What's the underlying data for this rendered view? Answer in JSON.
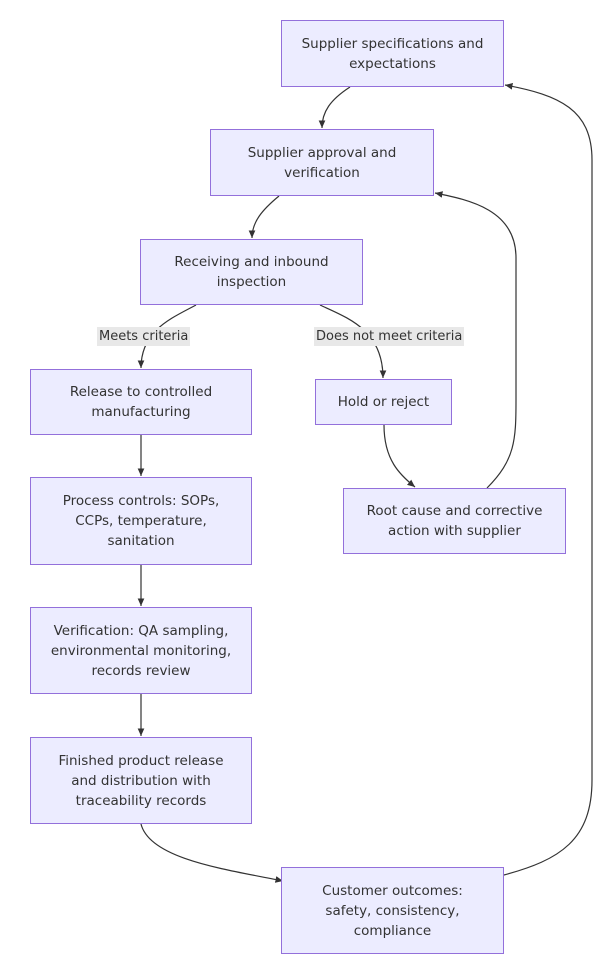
{
  "nodes": {
    "supplier_specs": [
      "Supplier specifications and",
      "expectations"
    ],
    "supplier_approval": [
      "Supplier approval and",
      "verification"
    ],
    "receiving": [
      "Receiving and inbound",
      "inspection"
    ],
    "release_controlled": [
      "Release to controlled",
      "manufacturing"
    ],
    "hold_reject": [
      "Hold or reject"
    ],
    "root_cause": [
      "Root cause and corrective",
      "action with supplier"
    ],
    "process_controls": [
      "Process controls: SOPs,",
      "CCPs, temperature,",
      "sanitation"
    ],
    "verification": [
      "Verification: QA sampling,",
      "environmental monitoring,",
      "records review"
    ],
    "finished_product": [
      "Finished product release",
      "and distribution with",
      "traceability records"
    ],
    "customer_outcomes": [
      "Customer outcomes:",
      "safety, consistency,",
      "compliance"
    ]
  },
  "edge_labels": {
    "meets": "Meets criteria",
    "not_meets": "Does not meet criteria"
  },
  "colors": {
    "node_fill": "#ececff",
    "node_border": "#9370db",
    "edge": "#333333",
    "label_bg": "#e8e8e8"
  }
}
